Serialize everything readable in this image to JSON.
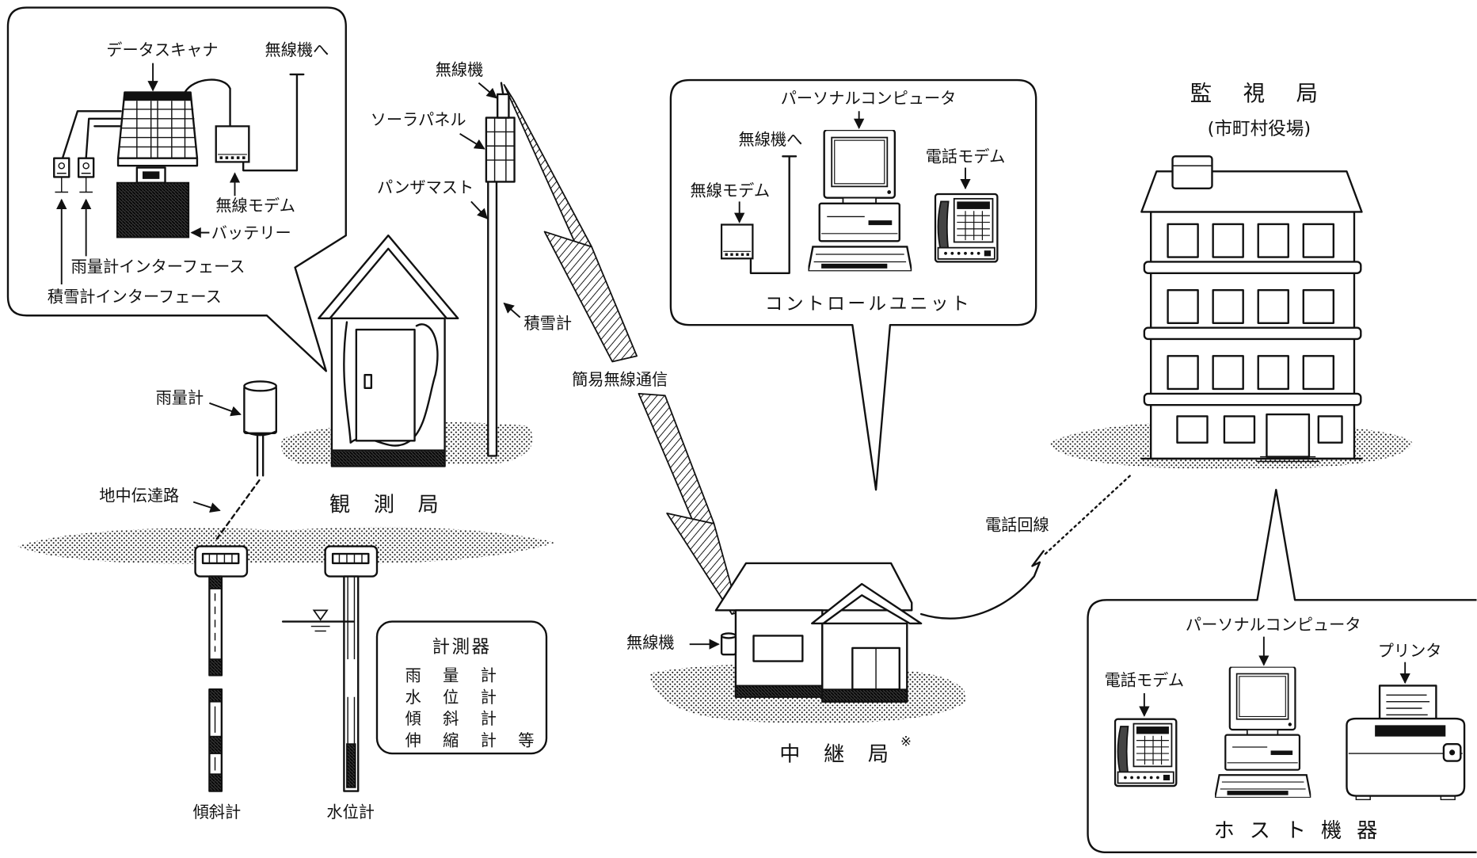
{
  "observation_callout": {
    "data_scanner": "データスキャナ",
    "to_radio": "無線機へ",
    "radio_modem": "無線モデム",
    "battery": "バッテリー",
    "rain_interface": "雨量計インターフェース",
    "snow_interface": "積雪計インターフェース"
  },
  "pole": {
    "radio": "無線機",
    "solar_panel": "ソーラパネル",
    "mast": "パンザマスト",
    "snow_gauge": "積雪計"
  },
  "links": {
    "radio": "簡易無線通信",
    "phone": "電話回線"
  },
  "observation_station": {
    "rain_gauge": "雨量計",
    "underground_path": "地中伝達路",
    "title": "観 測 局",
    "inclinometer": "傾斜計",
    "water_level_gauge": "水位計"
  },
  "instruments": {
    "title": "計測器",
    "items": [
      "雨 量 計",
      "水 位 計",
      "傾 斜 計",
      "伸 縮 計 等"
    ]
  },
  "control_callout": {
    "pc": "パーソナルコンピュータ",
    "to_radio": "無線機へ",
    "phone_modem": "電話モデム",
    "radio_modem": "無線モデム",
    "title": "コントロールユニット"
  },
  "relay_station": {
    "radio": "無線機",
    "title": "中 継 局",
    "note_mark": "※"
  },
  "monitoring_station": {
    "title": "監 視 局",
    "subtitle": "(市町村役場)"
  },
  "host_callout": {
    "pc": "パーソナルコンピュータ",
    "printer": "プリンタ",
    "phone_modem": "電話モデム",
    "title": "ホ ス ト 機 器"
  }
}
